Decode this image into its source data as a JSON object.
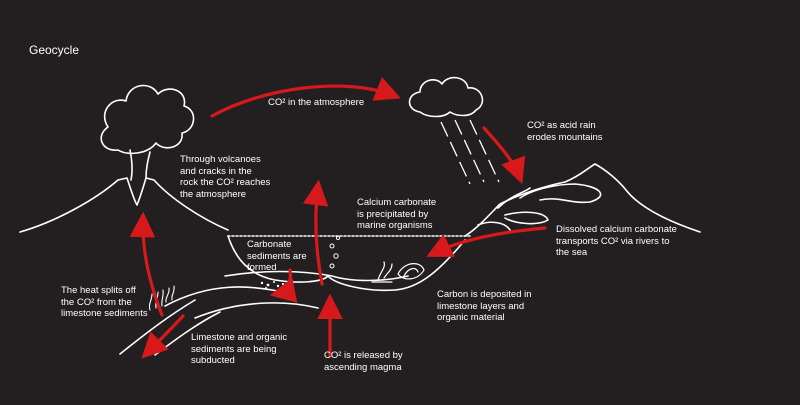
{
  "title": "Geocycle",
  "labels": {
    "atmosphere": "CO² in the atmosphere",
    "acid_rain": "CO² as acid rain\nerodes mountains",
    "volcanoes": "Through volcanoes\nand cracks in the\nrock the CO² reaches\nthe atmosphere",
    "calcium_precipitated": "Calcium carbonate\nis precipitated by\nmarine organisms",
    "carbonate_sediments": "Carbonate\nsediments are\nformed",
    "dissolved_calcium": "Dissolved calcium carbonate\ntransports CO² via rivers to\nthe sea",
    "heat_splits": "The heat splits off\nthe CO² from the\nlimestone sediments",
    "deposited": "Carbon is deposited in\nlimestone layers and\norganic material",
    "subducted": "Limestone and organic\nsediments are being\nsubducted",
    "magma": "CO² is released by\nascending magma"
  },
  "colors": {
    "background": "#231f20",
    "line": "#ffffff",
    "arrow": "#d7191c"
  },
  "icons": {
    "volcano": "volcano-icon",
    "cloud_volcano": "smoke-cloud-icon",
    "rain_cloud": "rain-cloud-icon",
    "mountain": "mountain-icon",
    "shell": "shell-icon",
    "flame": "flame-icon"
  }
}
